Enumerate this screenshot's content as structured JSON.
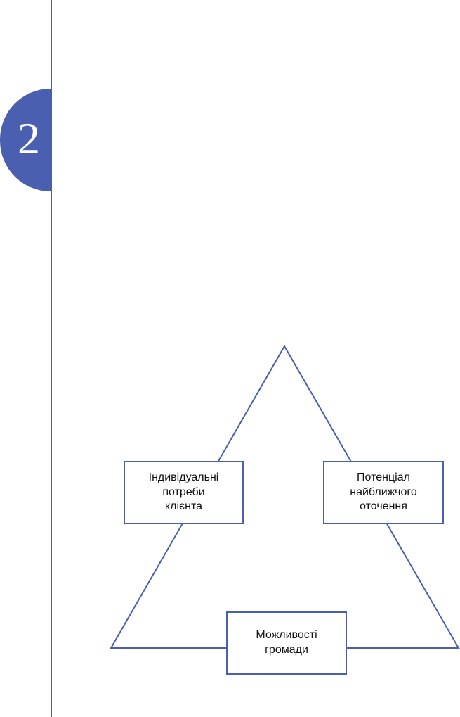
{
  "chapter": {
    "number": "2"
  },
  "diagram": {
    "nodes": [
      {
        "id": "client",
        "label": "Індивідуальні\nпотреби\nклієнта"
      },
      {
        "id": "environment",
        "label": "Потенціал\nнайближчого\nоточення"
      },
      {
        "id": "community",
        "label": "Можливості\nгромади"
      }
    ]
  },
  "colors": {
    "accent": "#4a5fb0",
    "text": "#111111",
    "background": "#ffffff"
  }
}
